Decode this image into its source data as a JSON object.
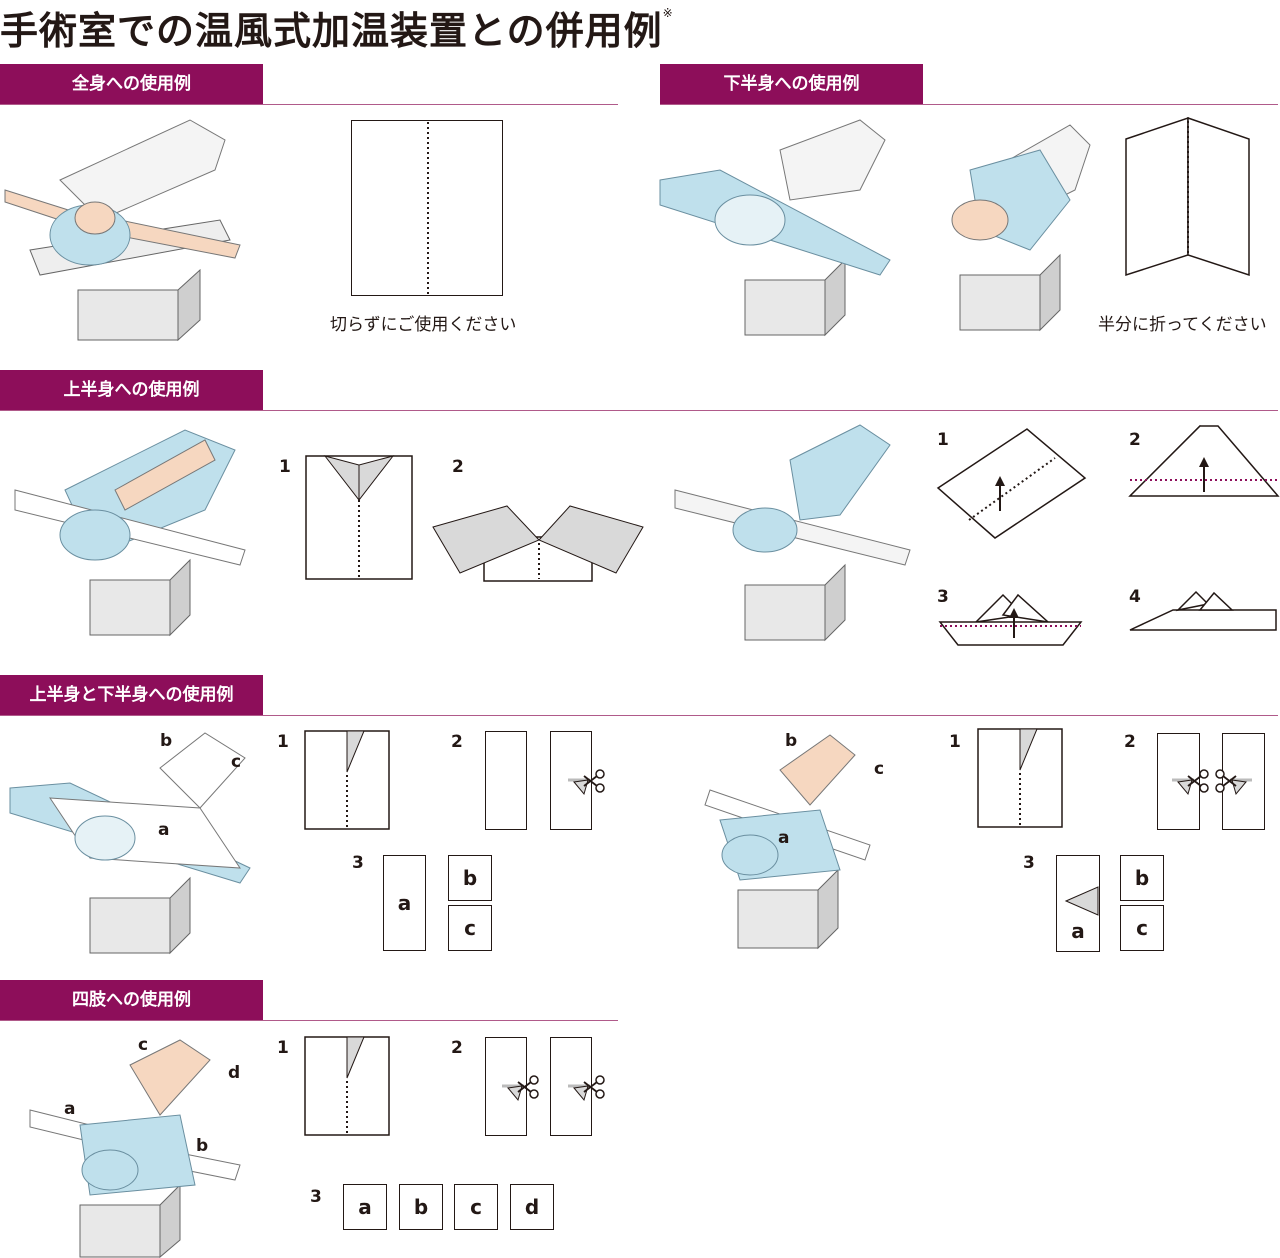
{
  "title": {
    "text": "手術室での温風式加温装置との併用例",
    "note": "※"
  },
  "sections": {
    "whole": {
      "label": "全身への使用例",
      "caption": "切らずにご使用ください"
    },
    "lower": {
      "label": "下半身への使用例",
      "caption": "半分に折ってください"
    },
    "upper": {
      "label": "上半身への使用例"
    },
    "upperlower": {
      "label": "上半身と下半身への使用例"
    },
    "limbs": {
      "label": "四肢への使用例"
    }
  },
  "steps": {
    "s1": "1",
    "s2": "2",
    "s3": "3",
    "s4": "4"
  },
  "letters": {
    "a": "a",
    "b": "b",
    "c": "c",
    "d": "d"
  },
  "colors": {
    "accent": "#8d0e5a",
    "blanket": "#bfe0ec",
    "sheet_gray": "#d9d9d9",
    "fold_line": "#8d0e5a"
  },
  "icons": [
    "scissors-icon",
    "arrow-up-icon",
    "patient-illustration"
  ]
}
